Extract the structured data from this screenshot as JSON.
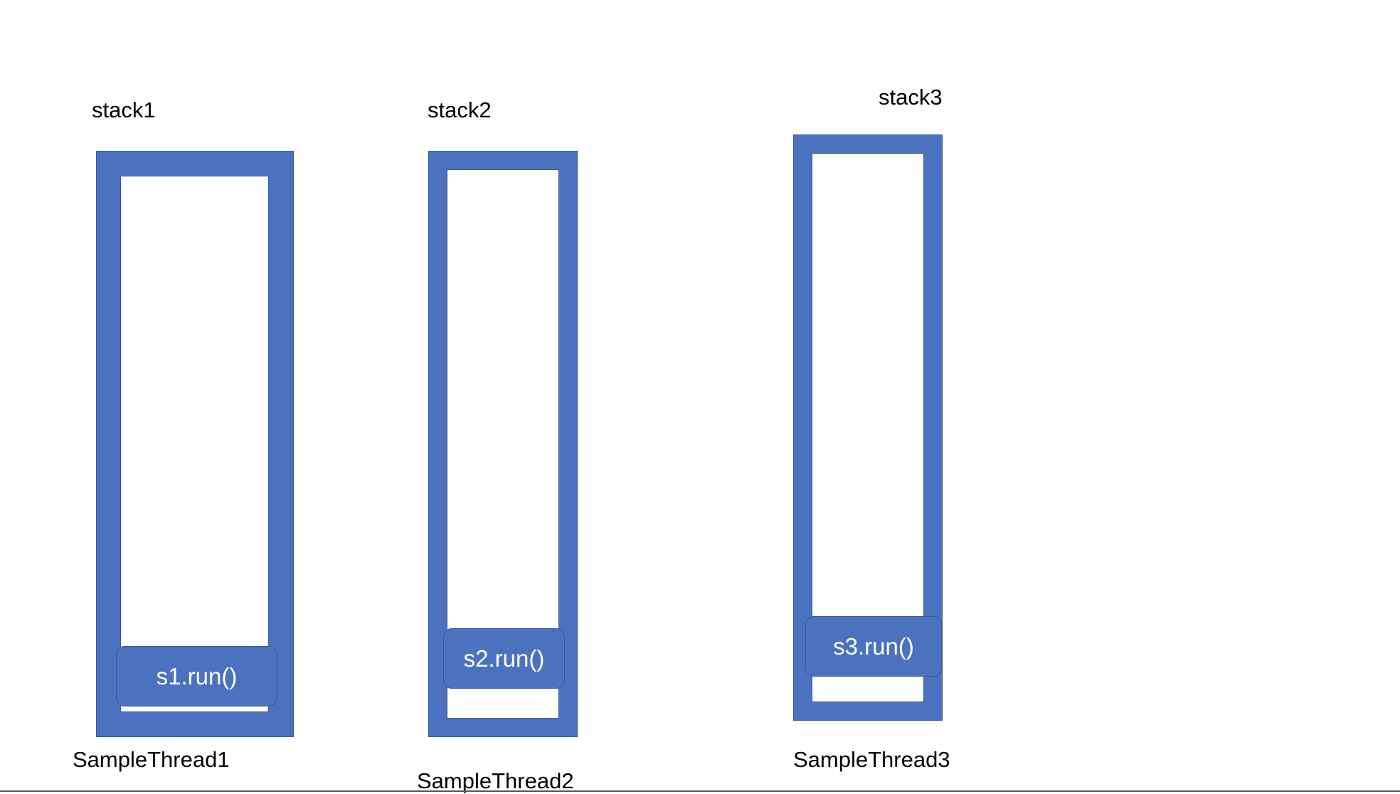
{
  "colors": {
    "stack_fill": "#4a72bf",
    "frame_fill": "#4a72bf",
    "frame_text": "#ffffff"
  },
  "stacks": [
    {
      "title": "stack1",
      "frame": "s1.run()",
      "thread": "SampleThread1"
    },
    {
      "title": "stack2",
      "frame": "s2.run()",
      "thread": "SampleThread2"
    },
    {
      "title": "stack3",
      "frame": "s3.run()",
      "thread": "SampleThread3"
    }
  ]
}
